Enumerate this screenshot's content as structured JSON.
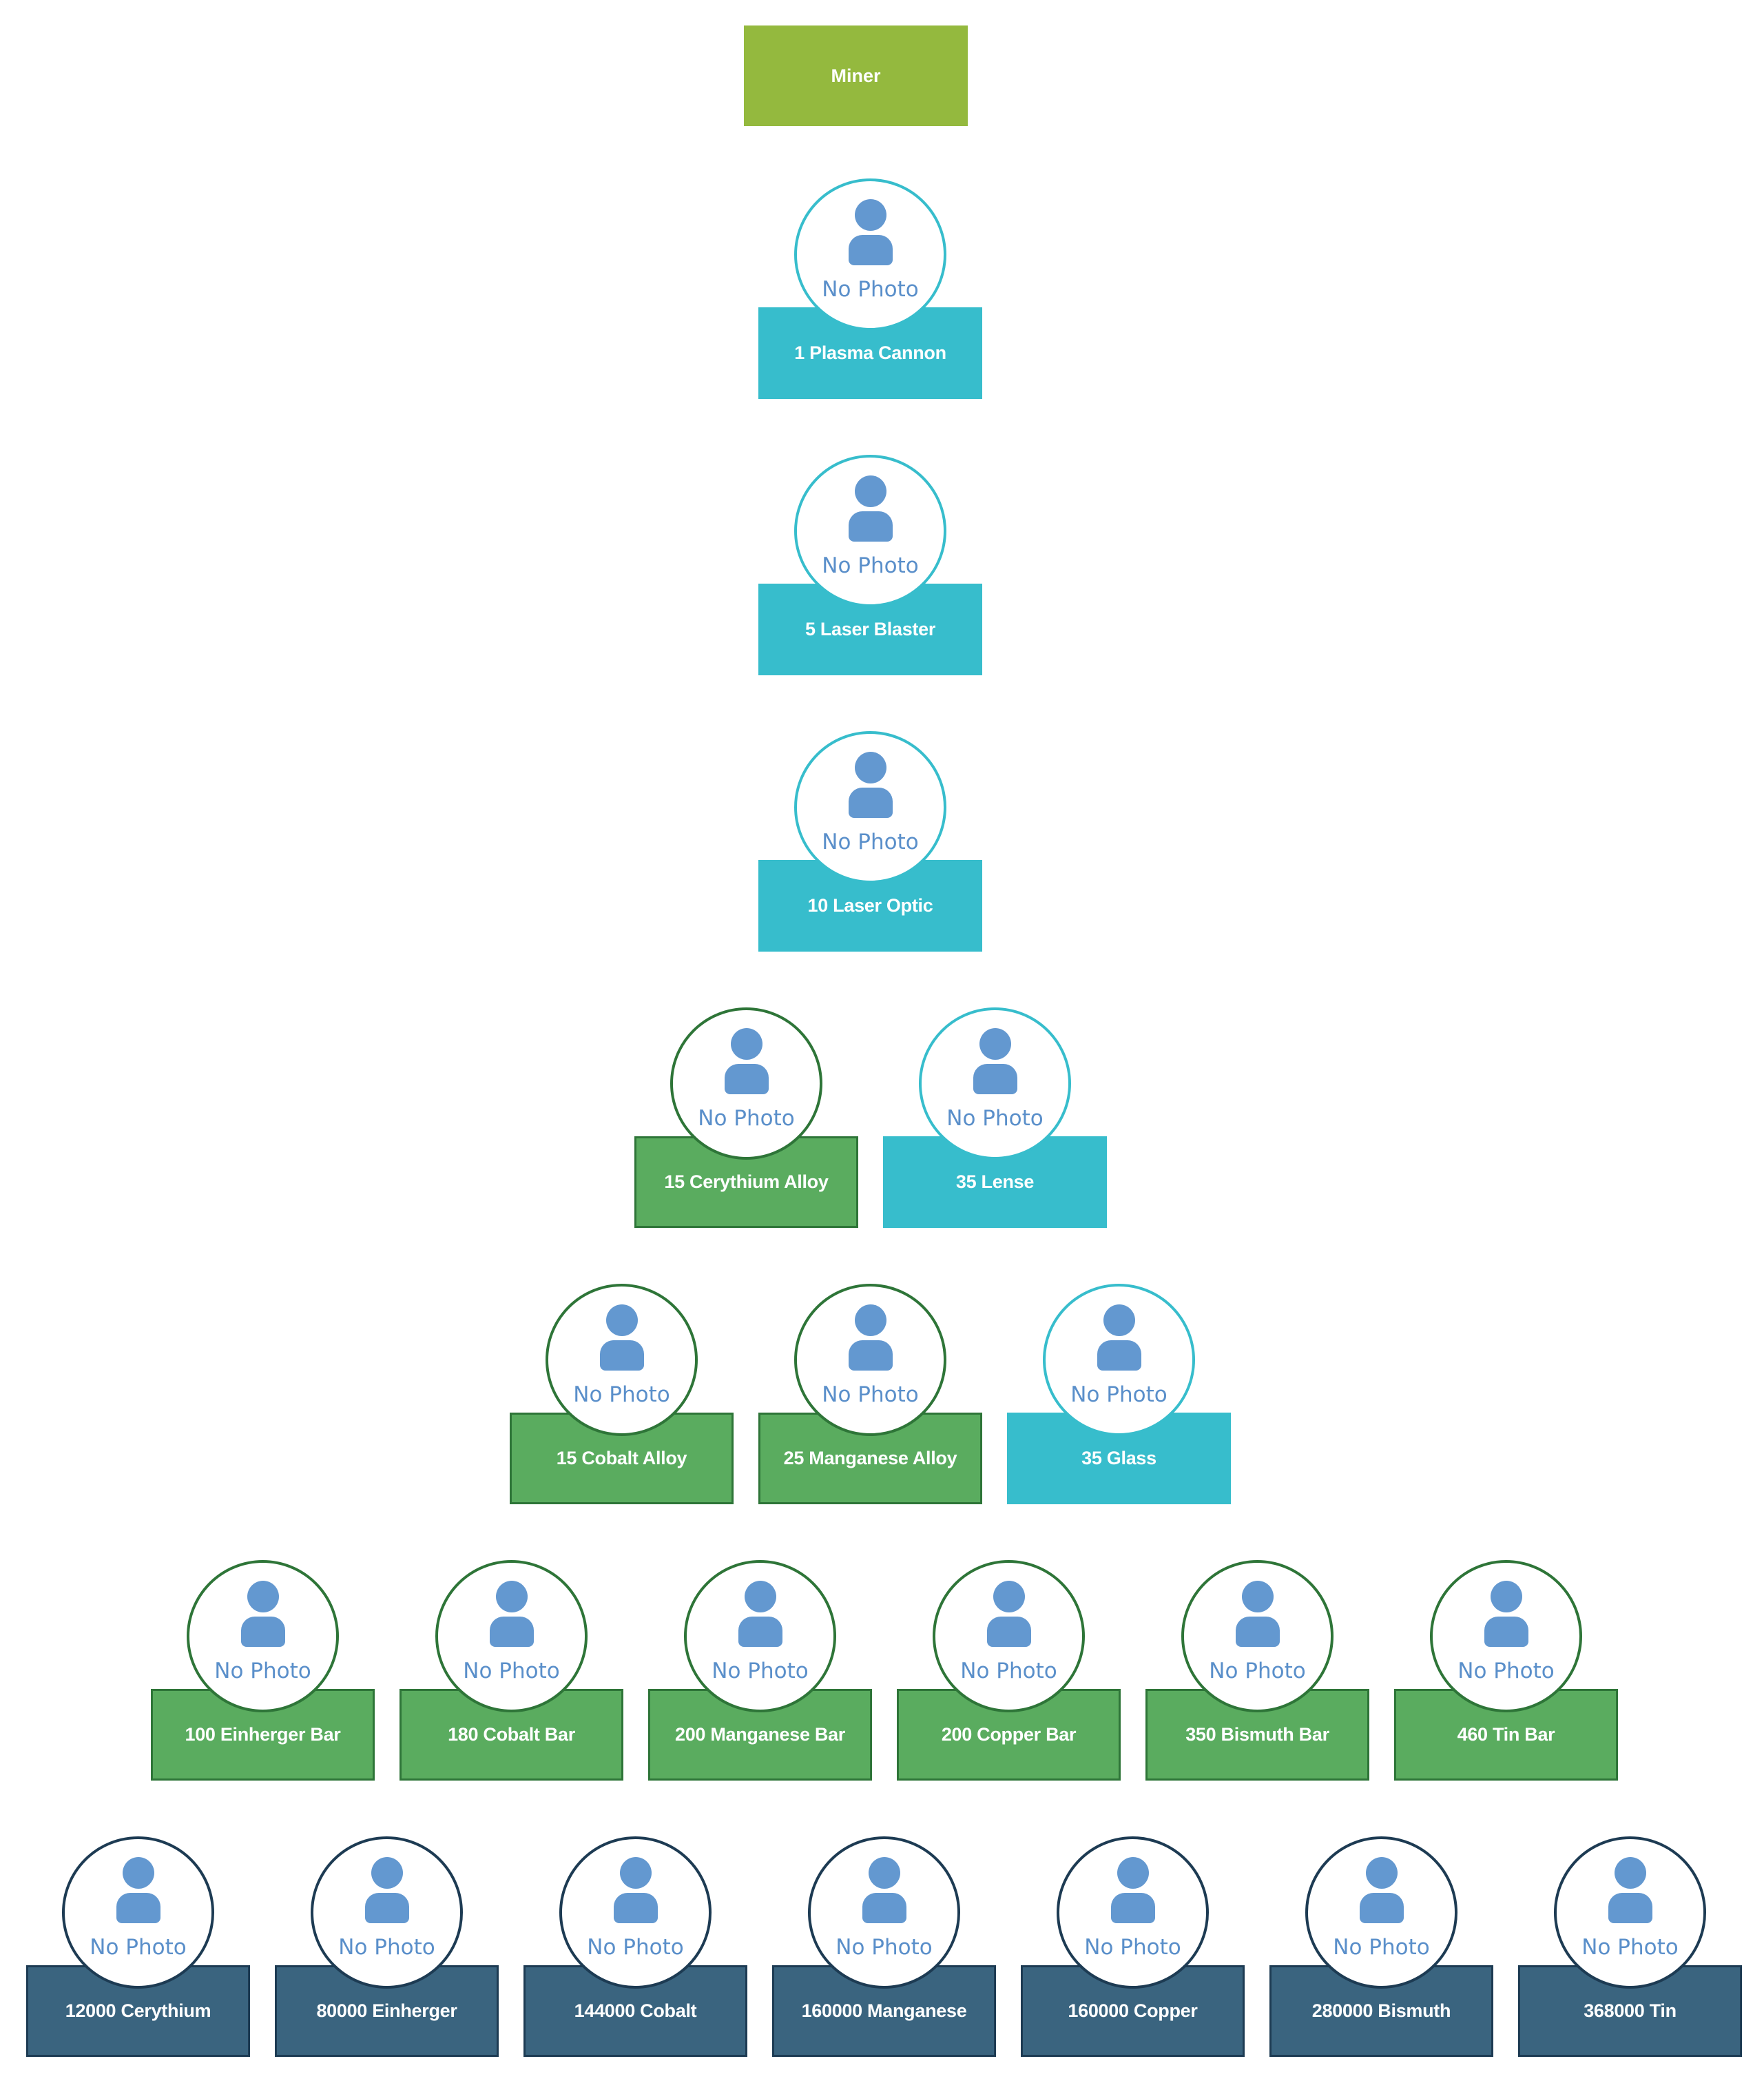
{
  "root": {
    "label": "Miner",
    "color": "#94b93e"
  },
  "no_photo_text": "No Photo",
  "colors": {
    "teal": "#37bdcc",
    "green": "#5aac5f",
    "green_border": "#2e7538",
    "navy": "#3a647f",
    "navy_border": "#1d3b53",
    "avatar": "#6398d0"
  },
  "rows": [
    {
      "nodes": [
        {
          "label": "1 Plasma Cannon",
          "kind": "teal"
        }
      ]
    },
    {
      "nodes": [
        {
          "label": "5 Laser Blaster",
          "kind": "teal"
        }
      ]
    },
    {
      "nodes": [
        {
          "label": "10 Laser Optic",
          "kind": "teal"
        }
      ]
    },
    {
      "nodes": [
        {
          "label": "15 Cerythium Alloy",
          "kind": "green"
        },
        {
          "label": "35 Lense",
          "kind": "teal"
        }
      ]
    },
    {
      "nodes": [
        {
          "label": "15 Cobalt Alloy",
          "kind": "green"
        },
        {
          "label": "25 Manganese Alloy",
          "kind": "green"
        },
        {
          "label": "35 Glass",
          "kind": "teal"
        }
      ]
    },
    {
      "nodes": [
        {
          "label": "100 Einherger Bar",
          "kind": "green"
        },
        {
          "label": "180 Cobalt Bar",
          "kind": "green"
        },
        {
          "label": "200 Manganese Bar",
          "kind": "green"
        },
        {
          "label": "200 Copper Bar",
          "kind": "green"
        },
        {
          "label": "350 Bismuth Bar",
          "kind": "green"
        },
        {
          "label": "460 Tin Bar",
          "kind": "green"
        }
      ]
    },
    {
      "nodes": [
        {
          "label": "12000 Cerythium",
          "kind": "navy"
        },
        {
          "label": "80000 Einherger",
          "kind": "navy"
        },
        {
          "label": "144000 Cobalt",
          "kind": "navy"
        },
        {
          "label": "160000 Manganese",
          "kind": "navy"
        },
        {
          "label": "160000 Copper",
          "kind": "navy"
        },
        {
          "label": "280000 Bismuth",
          "kind": "navy"
        },
        {
          "label": "368000 Tin",
          "kind": "navy"
        }
      ]
    }
  ]
}
